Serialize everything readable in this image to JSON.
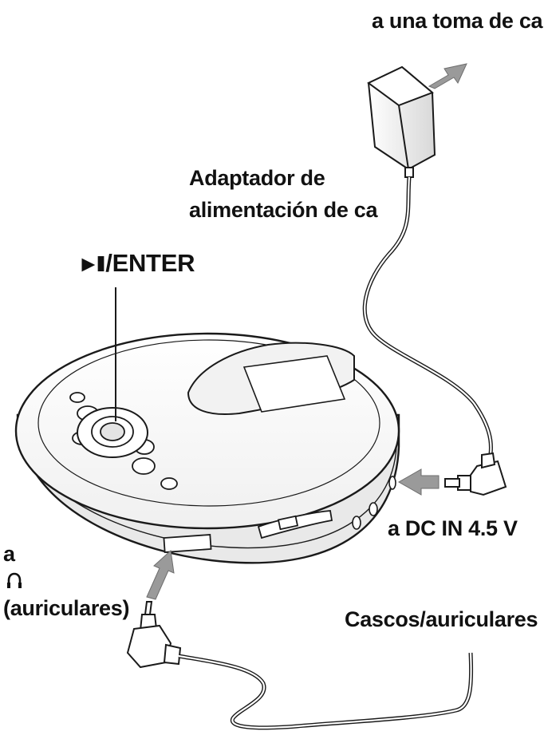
{
  "labels": {
    "outlet": "a una toma de ca",
    "adapter_line1": "Adaptador de",
    "adapter_line2": "alimentación de ca",
    "enter_glyph": "►II",
    "enter_text": "/ENTER",
    "dc_in": "a DC IN 4.5 V",
    "phones_prefix": "a",
    "phones_paren": "(auriculares)",
    "headset": "Cascos/auriculares"
  },
  "icons": {
    "play_pause": "play-pause-icon",
    "headphones": "headphones-icon",
    "arrow": "arrow-icon"
  },
  "colors": {
    "line": "#1a1a1a",
    "arrow": "#9a9a9a",
    "text": "#111111",
    "device_fill": "#ffffff",
    "device_shade": "#e9e9e9"
  }
}
